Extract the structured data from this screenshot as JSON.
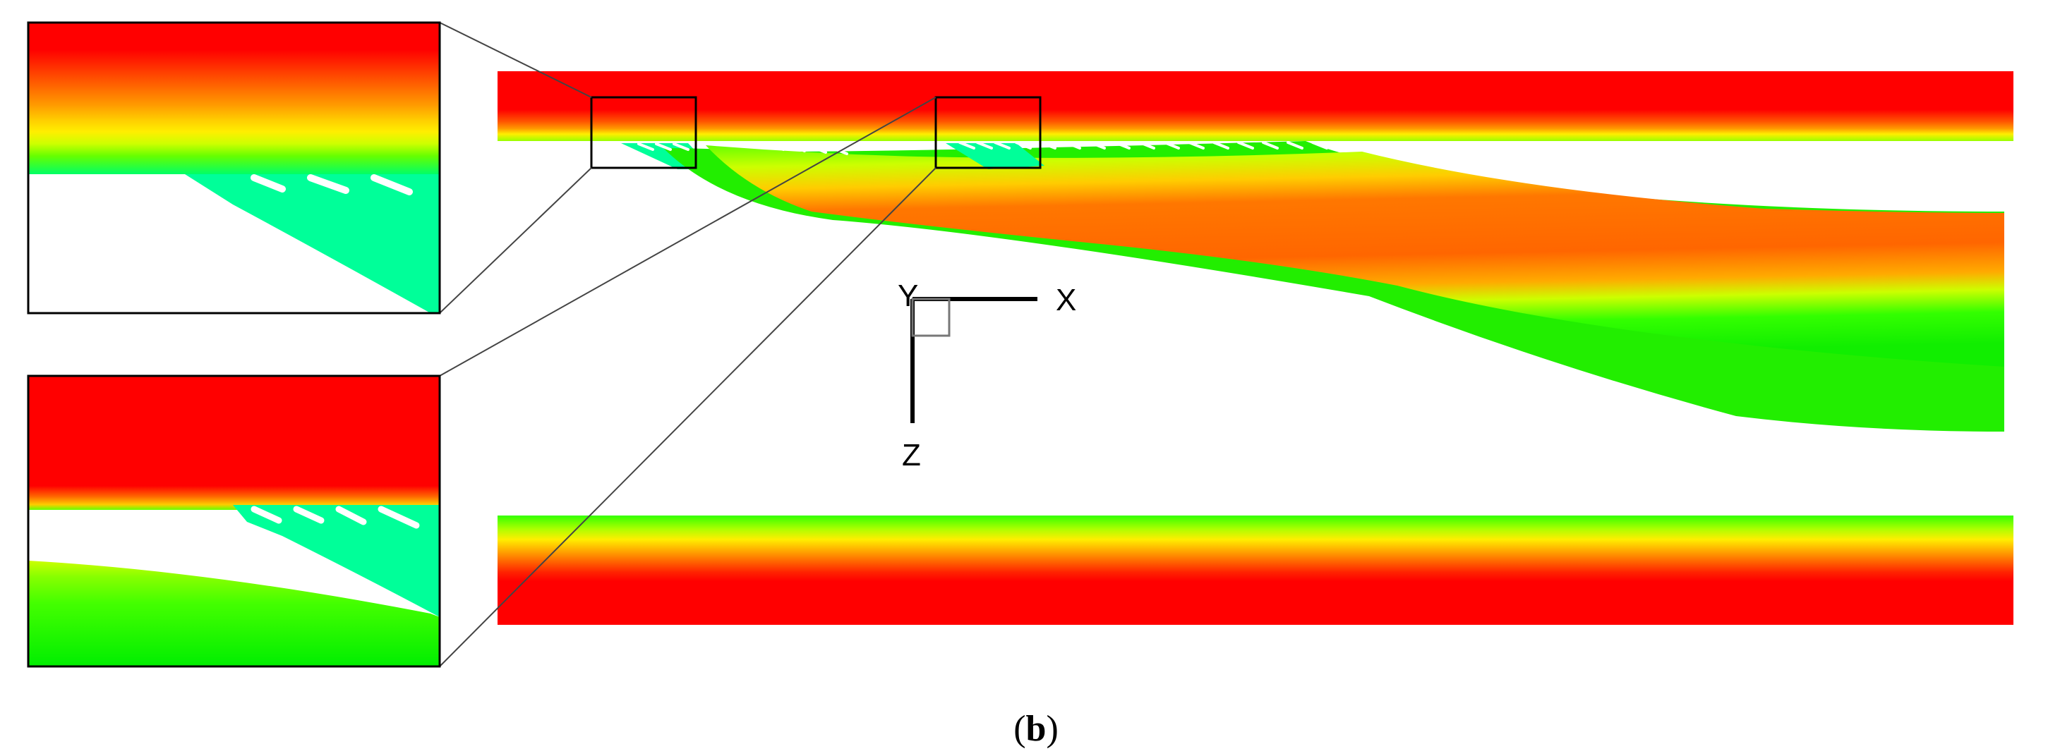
{
  "figure": {
    "caption_open": "(",
    "caption_letter": "b",
    "caption_close": ")"
  },
  "axes_triad": {
    "x_label": "X",
    "y_label": "Y",
    "z_label": "Z"
  },
  "colors": {
    "red": "#ff0000",
    "red_orange": "#ff3300",
    "orange": "#ff6600",
    "orange_yellow": "#ff9900",
    "yellow": "#ffee00",
    "yellow_green": "#ccff00",
    "light_green": "#66ff00",
    "green": "#00ee00",
    "teal_green": "#00ff99",
    "outline": "#000000"
  }
}
